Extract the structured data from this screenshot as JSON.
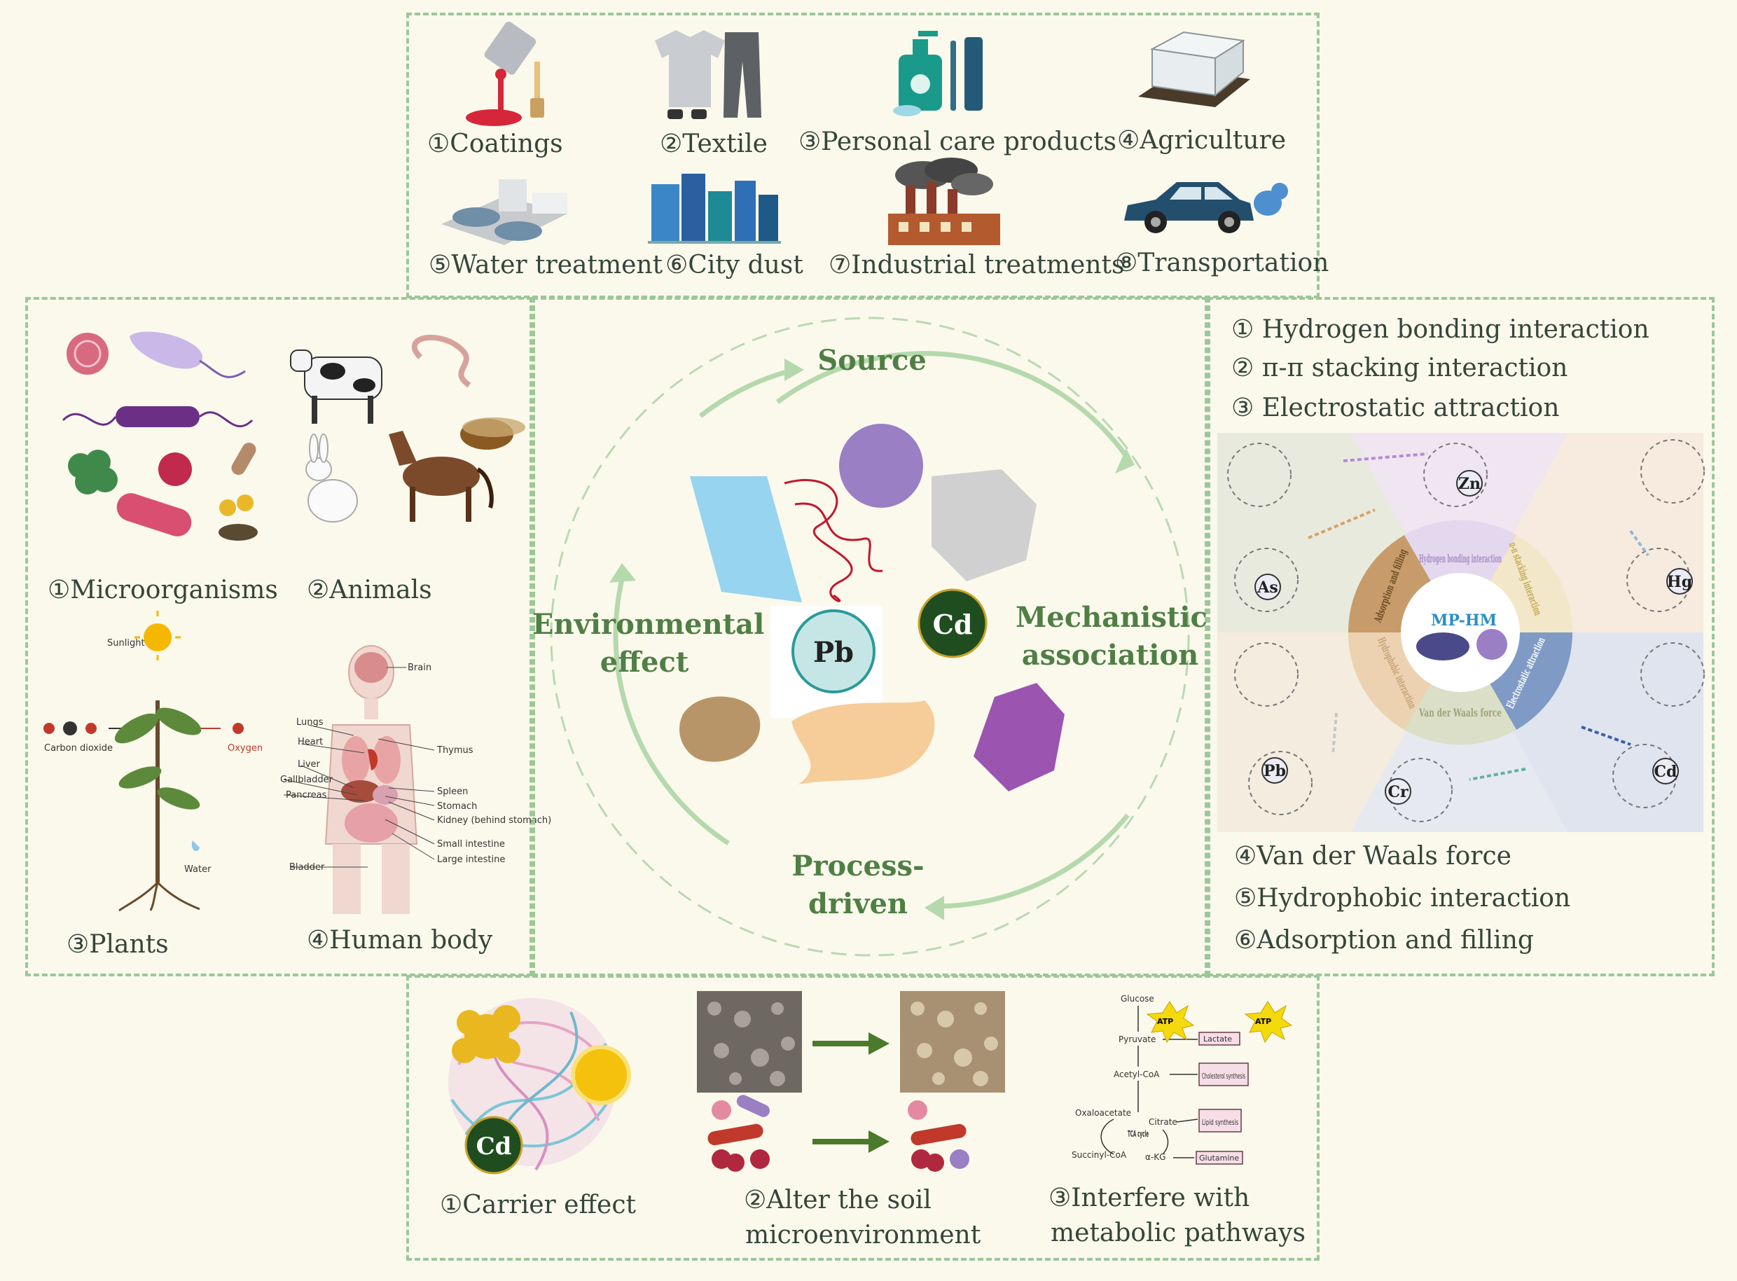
{
  "colors": {
    "background": "#fbf9ec",
    "panel_border": "#9cc79a",
    "title_green": "#4f7f45",
    "cd_green": "#1f4d1f"
  },
  "sources": {
    "items": [
      {
        "label": "①Coatings",
        "icon": "paint-bucket-icon"
      },
      {
        "label": "②Textile",
        "icon": "clothes-icon"
      },
      {
        "label": "③Personal care products",
        "icon": "personal-care-icon"
      },
      {
        "label": "④Agriculture",
        "icon": "greenhouse-icon"
      },
      {
        "label": "⑤Water treatment",
        "icon": "water-plant-icon"
      },
      {
        "label": "⑥City dust",
        "icon": "city-icon"
      },
      {
        "label": "⑦Industrial treatments",
        "icon": "factory-icon"
      },
      {
        "label": "⑧Transportation",
        "icon": "car-icon"
      }
    ]
  },
  "receptors": {
    "items": [
      {
        "label": "①Microorganisms"
      },
      {
        "label": "②Animals"
      },
      {
        "label": "③Plants"
      },
      {
        "label": "④Human body"
      }
    ],
    "plant_labels": {
      "sunlight": "Sunlight",
      "co2": "Carbon dioxide",
      "oxygen": "Oxygen",
      "water": "Water"
    },
    "body_labels": {
      "brain": "Brain",
      "lungs": "Lungs",
      "heart": "Heart",
      "liver": "Liver",
      "gallbladder": "Gallbladder",
      "pancreas": "Pancreas",
      "bladder": "Bladder",
      "thymus": "Thymus",
      "spleen": "Spleen",
      "stomach": "Stomach",
      "kidney": "Kidney (behind stomach)",
      "small_intestine": "Small intestine",
      "large_intestine": "Large intestine"
    }
  },
  "cycle": {
    "source": "Source",
    "mechanistic": [
      "Mechanistic",
      "association"
    ],
    "process": [
      "Process-",
      "driven"
    ],
    "environmental": [
      "Environmental",
      "effect"
    ],
    "pb": "Pb",
    "cd": "Cd"
  },
  "mechanisms": {
    "top_items": [
      "① Hydrogen bonding interaction",
      "② π-π stacking interaction",
      "③ Electrostatic attraction"
    ],
    "bottom_items": [
      "④Van der Waals force",
      "⑤Hydrophobic interaction",
      "⑥Adsorption and filling"
    ],
    "wheel_center": "MP-HM",
    "wheel_segments": [
      "Hydrogen bonding interaction",
      "π-π stacking interaction",
      "Electrostatic attraction",
      "Van der Waals force",
      "Hydrophobic interaction",
      "Adsorption and filling"
    ],
    "metals": [
      "Zn",
      "Hg",
      "Cd",
      "Cr",
      "Pb",
      "As"
    ]
  },
  "effects": {
    "items": [
      {
        "label": "①Carrier effect"
      },
      {
        "label": "②Alter the soil",
        "label2": "microenvironment"
      },
      {
        "label": "③Interfere with",
        "label2": "metabolic pathways"
      }
    ],
    "cd": "Cd",
    "metabolic": {
      "glucose": "Glucose",
      "atp": "ATP",
      "pyruvate": "Pyruvate",
      "lactate": "Lactate",
      "acetyl": "Acetyl-CoA",
      "cholesterol": "Cholesterol synthesis",
      "oxaloacetate": "Oxaloacetate",
      "citrate": "Citrate",
      "lipid": "Lipid synthesis",
      "tca": "TCA cycle",
      "succinyl": "Succinyl-CoA",
      "akg": "α-KG",
      "glutamine": "Glutamine"
    }
  }
}
